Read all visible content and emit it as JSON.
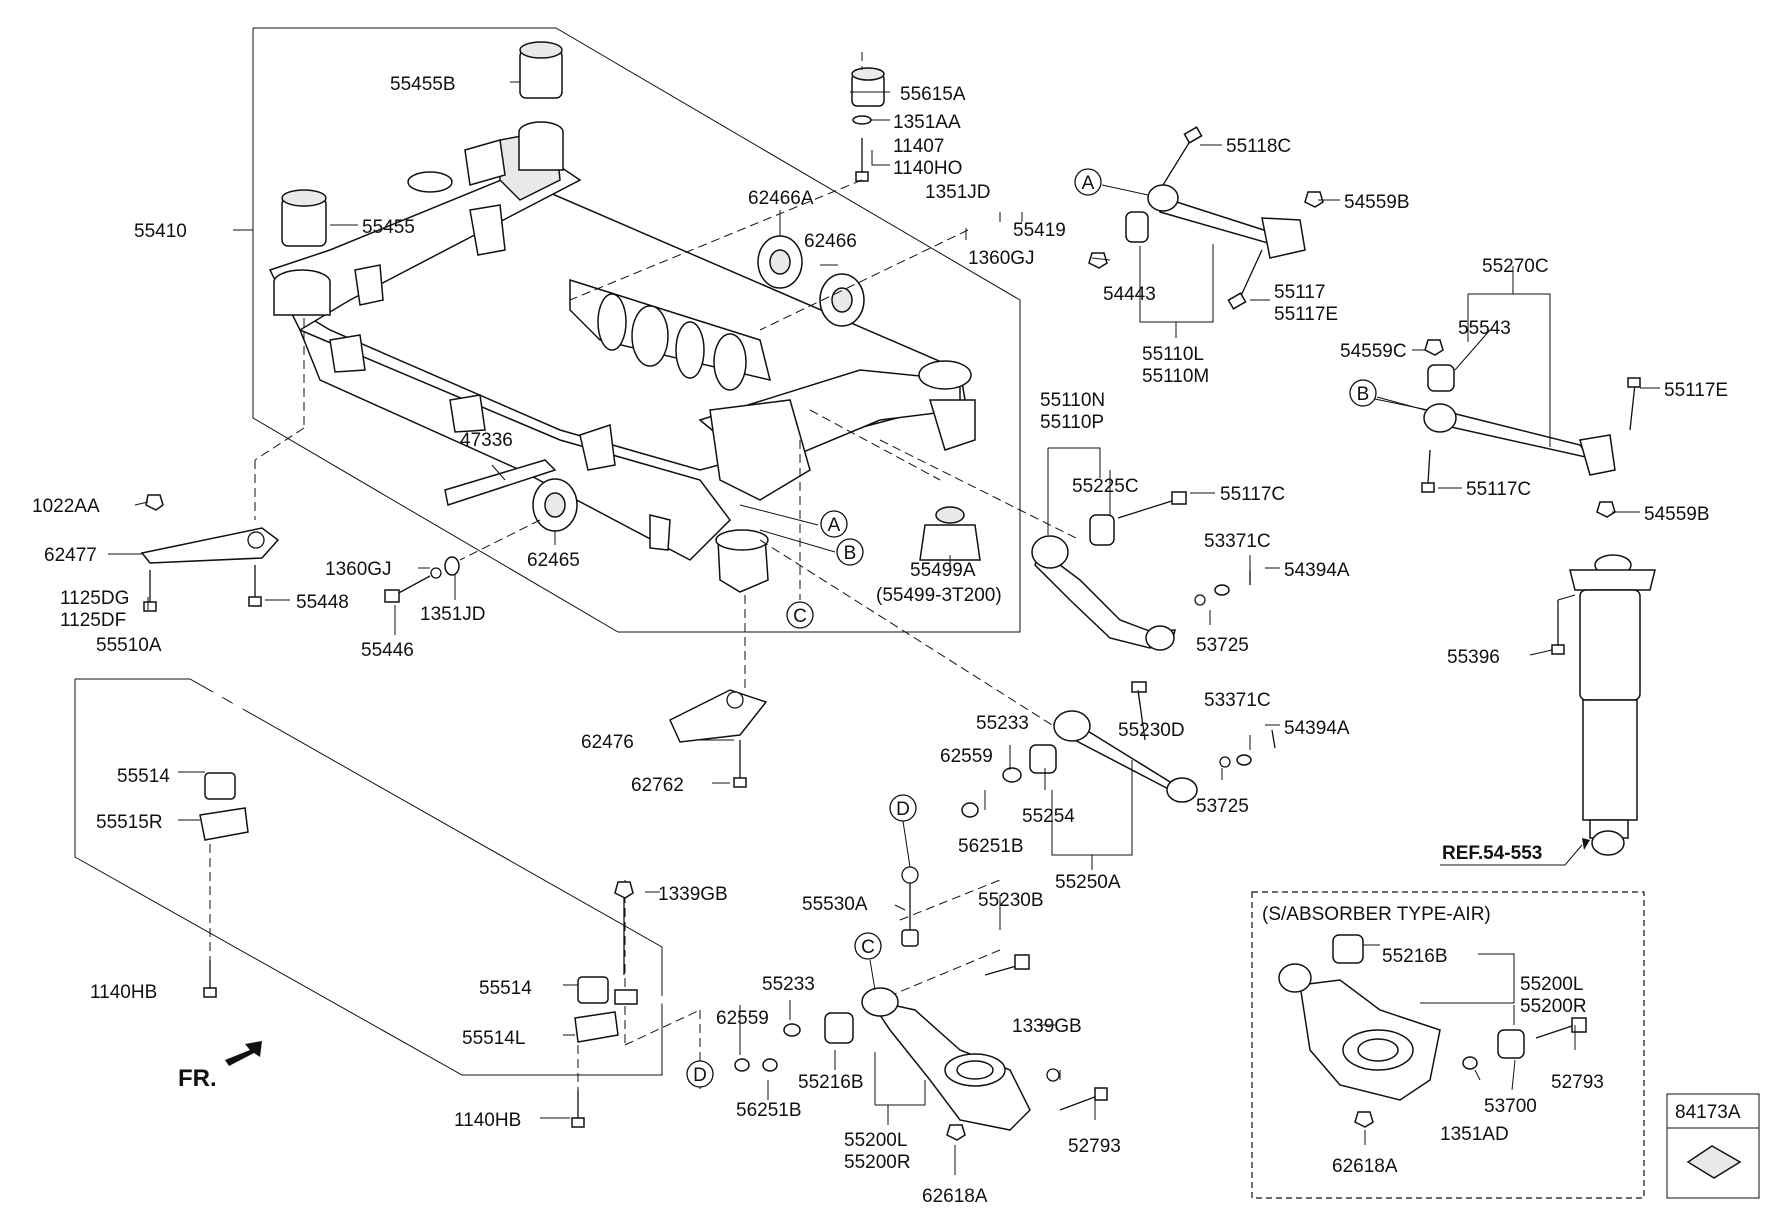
{
  "labels": {
    "p55455B": "55455B",
    "p55615A": "55615A",
    "p1351AA": "1351AA",
    "p11407": "11407",
    "p1140HO": "1140HO",
    "p1351JD_top": "1351JD",
    "p55419": "55419",
    "p1360GJ_top": "1360GJ",
    "p62466A": "62466A",
    "p62466": "62466",
    "p55455": "55455",
    "p55410": "55410",
    "p47336": "47336",
    "p1022AA": "1022AA",
    "p62477": "62477",
    "p1125DG": "1125DG",
    "p1125DF": "1125DF",
    "p55448": "55448",
    "p1360GJ_mid": "1360GJ",
    "p1351JD_mid": "1351JD",
    "p55446": "55446",
    "p62465": "62465",
    "p55499A": "55499A",
    "p55499_3T200": "(55499-3T200)",
    "p55118C": "55118C",
    "p54559B_top": "54559B",
    "p54443": "54443",
    "p55117": "55117",
    "p55117E_a": "55117E",
    "p55110L": "55110L",
    "p55110M": "55110M",
    "p55270C": "55270C",
    "p55543": "55543",
    "p54559C": "54559C",
    "p55117E_b": "55117E",
    "p55117C_right": "55117C",
    "p54559B_right": "54559B",
    "p55110N": "55110N",
    "p55110P": "55110P",
    "p55225C": "55225C",
    "p55117C_mid": "55117C",
    "p53371C_a": "53371C",
    "p54394A_a": "54394A",
    "p53725_a": "53725",
    "p55396": "55396",
    "p55510A": "55510A",
    "p55514_a": "55514",
    "p55515R": "55515R",
    "p62476": "62476",
    "p62762": "62762",
    "p55233_a": "55233",
    "p55230D": "55230D",
    "p53371C_b": "53371C",
    "p54394A_b": "54394A",
    "p62559_a": "62559",
    "p55254": "55254",
    "p56251B_a": "56251B",
    "p53725_b": "53725",
    "p55250A": "55250A",
    "pREF": "REF.54-553",
    "p1339GB_a": "1339GB",
    "p55530A": "55530A",
    "p55230B": "55230B",
    "p1140HB_a": "1140HB",
    "p55514_b": "55514",
    "p55514L": "55514L",
    "p1140HB_b": "1140HB",
    "pFR": "FR.",
    "p55233_b": "55233",
    "p62559_b": "62559",
    "p56251B_b": "56251B",
    "p55216B_a": "55216B",
    "p55200L_a": "55200L",
    "p55200R_a": "55200R",
    "p62618A_a": "62618A",
    "p1339GB_b": "1339GB",
    "p52793_a": "52793",
    "pSABS": "(S/ABSORBER TYPE-AIR)",
    "p55216B_b": "55216B",
    "p55200L_b": "55200L",
    "p55200R_b": "55200R",
    "p52793_b": "52793",
    "p53700": "53700",
    "p1351AD": "1351AD",
    "p62618A_b": "62618A",
    "p84173A": "84173A"
  },
  "refs": {
    "A1": "A",
    "B1": "B",
    "C1": "C",
    "A2": "A",
    "B2": "B",
    "C2": "C",
    "D1": "D",
    "D2": "D"
  }
}
